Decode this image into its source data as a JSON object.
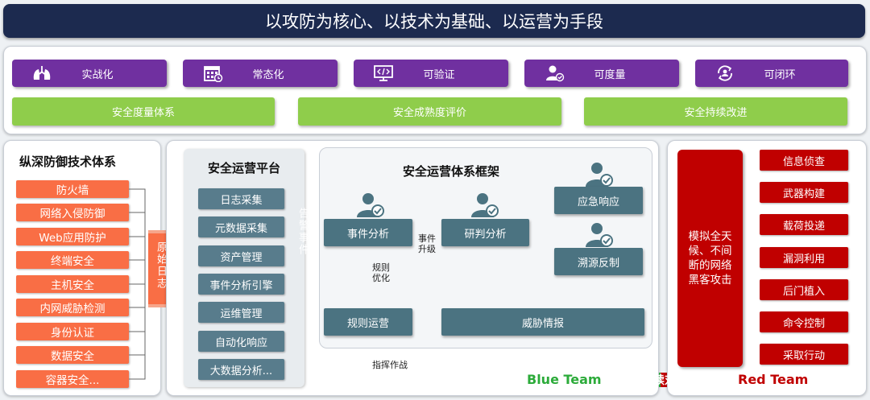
{
  "title": "以攻防为核心、以技术为基础、以运营为手段",
  "pillars": [
    {
      "label": "实战化",
      "icon": "lungs-icon"
    },
    {
      "label": "常态化",
      "icon": "calendar-icon"
    },
    {
      "label": "可验证",
      "icon": "code-monitor-icon"
    },
    {
      "label": "可度量",
      "icon": "user-check-icon"
    },
    {
      "label": "可闭环",
      "icon": "cycle-user-icon"
    }
  ],
  "green_bars": [
    "安全度量体系",
    "安全成熟度评价",
    "安全持续改进"
  ],
  "defense": {
    "title": "纵深防御技术体系",
    "items": [
      "防火墙",
      "网络入侵防御",
      "Web应用防护",
      "终端安全",
      "主机安全",
      "内网威胁检测",
      "身份认证",
      "数据安全",
      "容器安全..."
    ],
    "arrow_label": "原始日志"
  },
  "platform": {
    "title": "安全运营平台",
    "items": [
      "日志采集",
      "元数据采集",
      "资产管理",
      "事件分析引擎",
      "运维管理",
      "自动化响应",
      "大数据分析..."
    ],
    "alert_label": "告警事件"
  },
  "framework": {
    "title": "安全运营体系框架",
    "event_analysis": "事件分析",
    "judge_analysis": "研判分析",
    "emergency": "应急响应",
    "trace": "溯源反制",
    "rule_ops": "规则运营",
    "threat_intel": "威胁情报",
    "label_upgrade": "事件升级",
    "label_rule_opt": "规则优化",
    "label_command": "指挥作战"
  },
  "red": {
    "main": "模拟全天候、不间断的网络黑客攻击",
    "items": [
      "信息侦查",
      "武器构建",
      "载荷投递",
      "漏洞利用",
      "后门植入",
      "命令控制",
      "采取行动"
    ]
  },
  "teams": {
    "blue": "Blue Team",
    "middle": "持续对抗",
    "red": "Red Team"
  },
  "colors": {
    "purple": "#7030a0",
    "green": "#8fcd4b",
    "orange": "#f96e45",
    "teal": "#587c8c",
    "red": "#c00000",
    "navy": "#1c2a4f"
  }
}
